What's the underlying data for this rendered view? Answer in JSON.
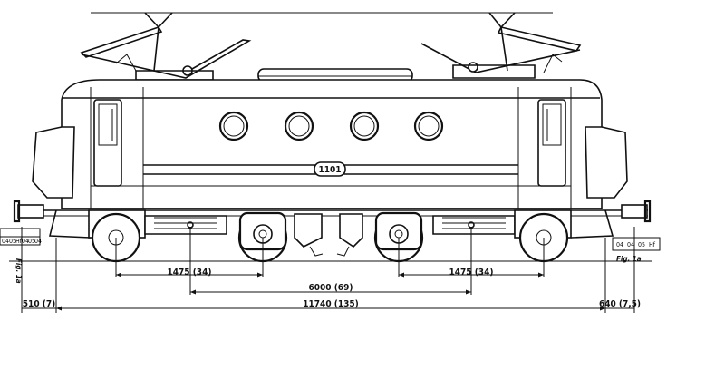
{
  "drawing": {
    "loco_number": "1101",
    "dimensions": {
      "bogie_wheelbase_left": "1475 (34)",
      "bogie_wheelbase_right": "1475 (34)",
      "bogie_centers": "6000 (69)",
      "length_over_body": "11740 (135)",
      "buffer_overhang_left": "510 (7)",
      "buffer_overhang_right": "640 (7,5)"
    },
    "figure_label_left": "Fig. 1a",
    "figure_label_right": "Fig. 1a",
    "scale_marks_left": [
      "04",
      "05",
      "Hf",
      "04",
      "05",
      "04"
    ],
    "scale_marks_right": [
      "04",
      "04",
      "05",
      "Hf"
    ]
  }
}
